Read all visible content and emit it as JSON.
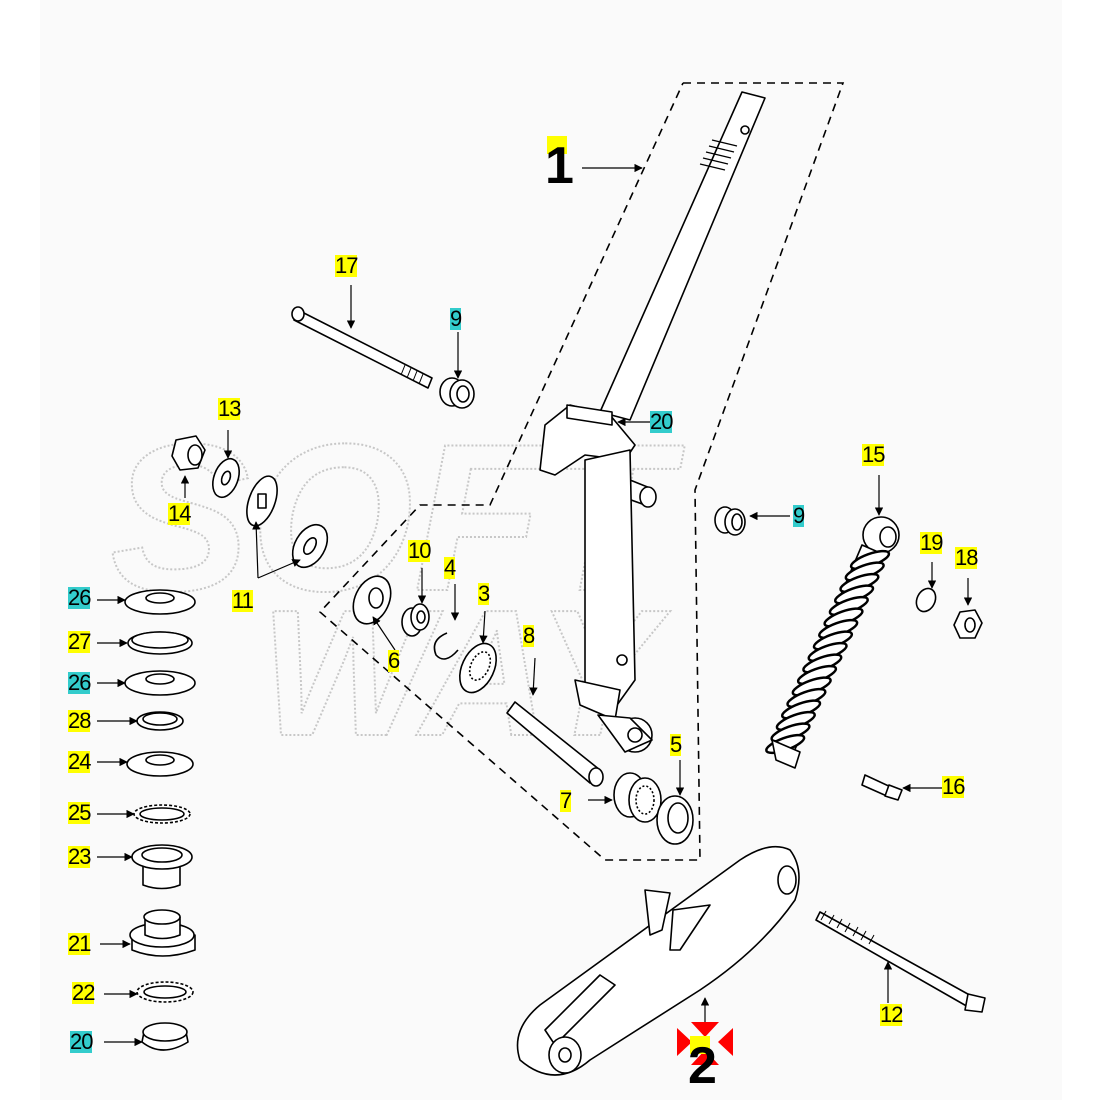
{
  "diagram": {
    "title": "Rear suspension / swing arm exploded parts diagram",
    "watermark": [
      "SOFT",
      "WAY"
    ],
    "colors": {
      "yellow_highlight": "#ffff00",
      "cyan_highlight": "#33cccc",
      "marker_red": "#ff0000",
      "line": "#000000",
      "background": "#fafafa"
    },
    "callouts": [
      {
        "id": "1",
        "label": "1",
        "highlight": "yellow",
        "part": "steering stem / column assembly"
      },
      {
        "id": "2",
        "label": "2",
        "highlight": "yellow",
        "part": "swing arm",
        "selected_marker": true
      },
      {
        "id": "3",
        "label": "3",
        "highlight": "yellow",
        "part": "ball bearing"
      },
      {
        "id": "4",
        "label": "4",
        "highlight": "yellow",
        "part": "circlip"
      },
      {
        "id": "5",
        "label": "5",
        "highlight": "yellow",
        "part": "oil seal"
      },
      {
        "id": "6",
        "label": "6",
        "highlight": "yellow",
        "part": "oil seal"
      },
      {
        "id": "7",
        "label": "7",
        "highlight": "yellow",
        "part": "needle bearing"
      },
      {
        "id": "8",
        "label": "8",
        "highlight": "yellow",
        "part": "sleeve"
      },
      {
        "id": "9a",
        "label": "9",
        "highlight": "cyan",
        "part": "bushing (upper)"
      },
      {
        "id": "9b",
        "label": "9",
        "highlight": "cyan",
        "part": "bushing (shock)"
      },
      {
        "id": "10",
        "label": "10",
        "highlight": "yellow",
        "part": "spacer"
      },
      {
        "id": "11",
        "label": "11",
        "highlight": "yellow",
        "part": "washers"
      },
      {
        "id": "12",
        "label": "12",
        "highlight": "yellow",
        "part": "long bolt"
      },
      {
        "id": "13",
        "label": "13",
        "highlight": "yellow",
        "part": "washer"
      },
      {
        "id": "14",
        "label": "14",
        "highlight": "yellow",
        "part": "nut"
      },
      {
        "id": "15",
        "label": "15",
        "highlight": "yellow",
        "part": "shock absorber"
      },
      {
        "id": "16",
        "label": "16",
        "highlight": "yellow",
        "part": "bolt"
      },
      {
        "id": "17",
        "label": "17",
        "highlight": "yellow",
        "part": "axle bolt"
      },
      {
        "id": "18",
        "label": "18",
        "highlight": "yellow",
        "part": "nut"
      },
      {
        "id": "19",
        "label": "19",
        "highlight": "yellow",
        "part": "washer"
      },
      {
        "id": "20a",
        "label": "20",
        "highlight": "cyan",
        "part": "dust seal (stem)"
      },
      {
        "id": "20b",
        "label": "20",
        "highlight": "cyan",
        "part": "dust seal"
      },
      {
        "id": "21",
        "label": "21",
        "highlight": "yellow",
        "part": "lower race"
      },
      {
        "id": "22",
        "label": "22",
        "highlight": "yellow",
        "part": "ball retainer"
      },
      {
        "id": "23",
        "label": "23",
        "highlight": "yellow",
        "part": "lower cup"
      },
      {
        "id": "24",
        "label": "24",
        "highlight": "yellow",
        "part": "upper race"
      },
      {
        "id": "25",
        "label": "25",
        "highlight": "yellow",
        "part": "ball retainer"
      },
      {
        "id": "26a",
        "label": "26",
        "highlight": "cyan",
        "part": "lock nut (top)"
      },
      {
        "id": "26b",
        "label": "26",
        "highlight": "cyan",
        "part": "lock nut"
      },
      {
        "id": "27",
        "label": "27",
        "highlight": "yellow",
        "part": "lock washer"
      },
      {
        "id": "28",
        "label": "28",
        "highlight": "yellow",
        "part": "washer"
      }
    ]
  }
}
